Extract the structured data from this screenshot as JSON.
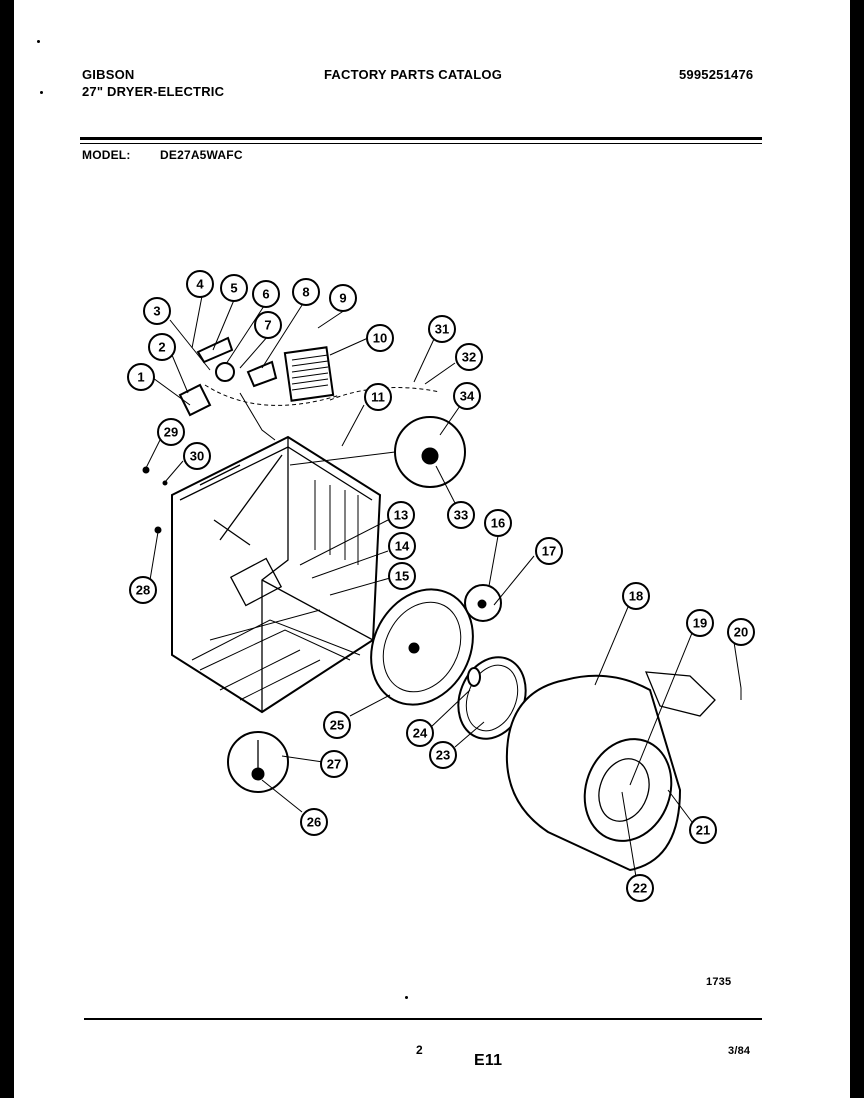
{
  "header": {
    "brand": "GIBSON",
    "product": "27\" DRYER-ELECTRIC",
    "catalog_title": "FACTORY PARTS CATALOG",
    "catalog_number": "5995251476"
  },
  "model": {
    "label": "MODEL:",
    "value": "DE27A5WAFC"
  },
  "diagram": {
    "code": "1735",
    "callouts": [
      "1",
      "2",
      "3",
      "4",
      "5",
      "6",
      "7",
      "8",
      "9",
      "10",
      "11",
      "13",
      "14",
      "15",
      "16",
      "17",
      "18",
      "19",
      "20",
      "21",
      "22",
      "23",
      "24",
      "25",
      "26",
      "27",
      "28",
      "29",
      "30",
      "31",
      "32",
      "33",
      "34"
    ]
  },
  "footer": {
    "page": "2",
    "section": "E11",
    "date": "3/84"
  }
}
